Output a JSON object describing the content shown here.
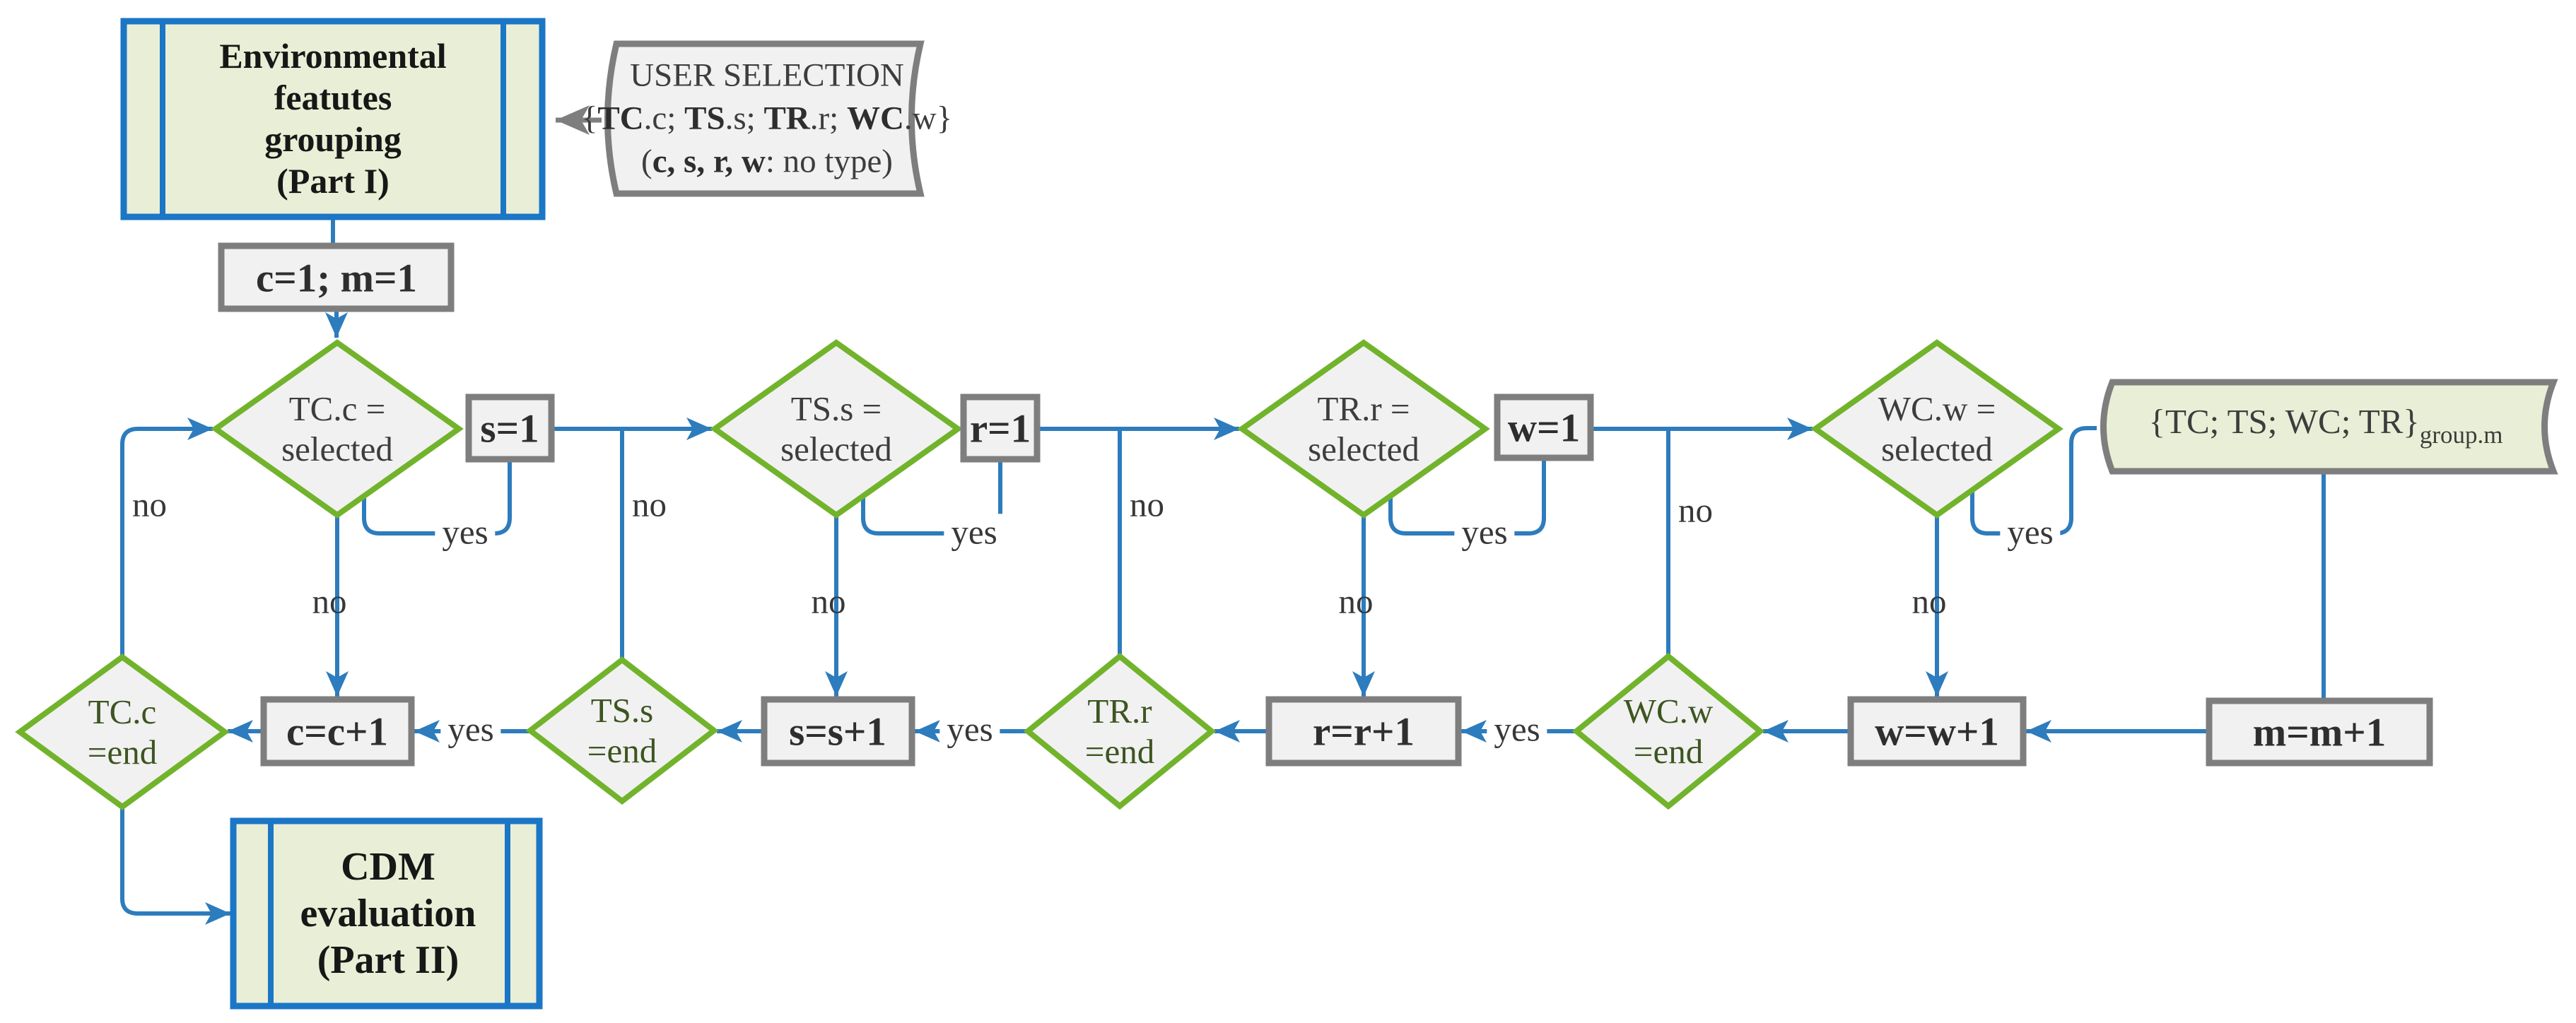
{
  "labels": {
    "yes": "yes",
    "no": "no"
  },
  "colors": {
    "line_blue": "#2d7cbd",
    "border_blue": "#1b76c6",
    "diamond_green": "#72b32c",
    "border_gray": "#7e7e7e",
    "fill_light_gray": "#f1f1f1",
    "fill_light_green": "#e9efd6",
    "end_text_green": "#3d5520"
  },
  "nodes": {
    "env": {
      "lines": [
        "Environmental",
        "featutes",
        "grouping",
        "(Part I)"
      ]
    },
    "user_selection": {
      "line1": "USER SELECTION",
      "line2_parts": [
        "{",
        "TC",
        ".c; ",
        "TS",
        ".s; ",
        "TR",
        ".r; ",
        "WC",
        ".w}"
      ],
      "line3_parts": [
        "(",
        "c, s, r, w",
        ": no type)"
      ]
    },
    "init_cm": {
      "label": "c=1; m=1"
    },
    "tc_selected": {
      "l1": "TC.c =",
      "l2": "selected"
    },
    "init_s": {
      "label": "s=1"
    },
    "ts_selected": {
      "l1": "TS.s =",
      "l2": "selected"
    },
    "init_r": {
      "label": "r=1"
    },
    "tr_selected": {
      "l1": "TR.r =",
      "l2": "selected"
    },
    "init_w": {
      "label": "w=1"
    },
    "wc_selected": {
      "l1": "WC.w =",
      "l2": "selected"
    },
    "group_store": {
      "main": "{TC; TS; WC; TR}",
      "sub": "group.m"
    },
    "tc_end": {
      "l1": "TC.c",
      "l2": "=end"
    },
    "inc_c": {
      "label": "c=c+1"
    },
    "ts_end": {
      "l1": "TS.s",
      "l2": "=end"
    },
    "inc_s": {
      "label": "s=s+1"
    },
    "tr_end": {
      "l1": "TR.r",
      "l2": "=end"
    },
    "inc_r": {
      "label": "r=r+1"
    },
    "wc_end": {
      "l1": "WC.w",
      "l2": "=end"
    },
    "inc_w": {
      "label": "w=w+1"
    },
    "inc_m": {
      "label": "m=m+1"
    },
    "cdm": {
      "lines": [
        "CDM",
        "evaluation",
        "(Part II)"
      ]
    }
  }
}
